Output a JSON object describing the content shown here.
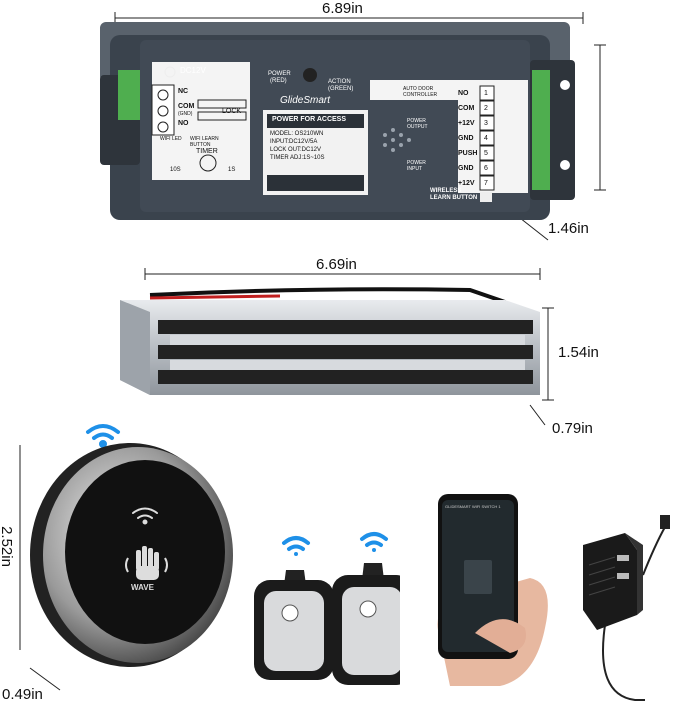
{
  "dimensions": {
    "controller_width": "6.89in",
    "controller_depth": "1.46in",
    "lock_width": "6.69in",
    "lock_height": "1.54in",
    "lock_depth": "0.79in",
    "button_height": "2.52in",
    "button_depth": "0.49in"
  },
  "controller": {
    "dc_label": "DC12V",
    "power_led": "POWER",
    "power_color": "(RED)",
    "action_led": "ACTION",
    "action_color": "(GREEN)",
    "brand": "GlideSmart",
    "left_terminals": [
      "NC",
      "COM",
      "NO"
    ],
    "com_sub": "(GND)",
    "lock_label": "LOCK",
    "wifi_led": "WIFI LED",
    "wifi_learn": "WIFI LEARN BUTTON",
    "timer_label": "TIMER",
    "timer_min": "10S",
    "timer_max": "1S",
    "panel_title": "POWER FOR ACCESS",
    "spec_lines": [
      "MODEL: OS210WN",
      "INPUT:DC12V/5A",
      "LOCK OUT:DC12V",
      "TIMER ADJ:1S~10S"
    ],
    "auto_door": "AUTO DOOR CONTROLLER",
    "power_output": "POWER OUTPUT",
    "power_input": "POWER INPUT",
    "right_terminals": [
      {
        "label": "NO",
        "num": "1"
      },
      {
        "label": "COM",
        "num": "2"
      },
      {
        "label": "+12V",
        "num": "3"
      },
      {
        "label": "GND",
        "num": "4"
      },
      {
        "label": "PUSH",
        "num": "5"
      },
      {
        "label": "GND",
        "num": "6"
      },
      {
        "label": "+12V",
        "num": "7"
      }
    ],
    "wireless_learn": "WIRELESS LEARN BUTTON"
  },
  "button": {
    "wave_label": "WAVE"
  },
  "phone": {
    "header": "GLIDESMART WIFI SWITCH 1"
  },
  "colors": {
    "wifi_blue": "#1e90e8",
    "controller_body": "#3a434d",
    "panel_dark": "#2b3138"
  }
}
